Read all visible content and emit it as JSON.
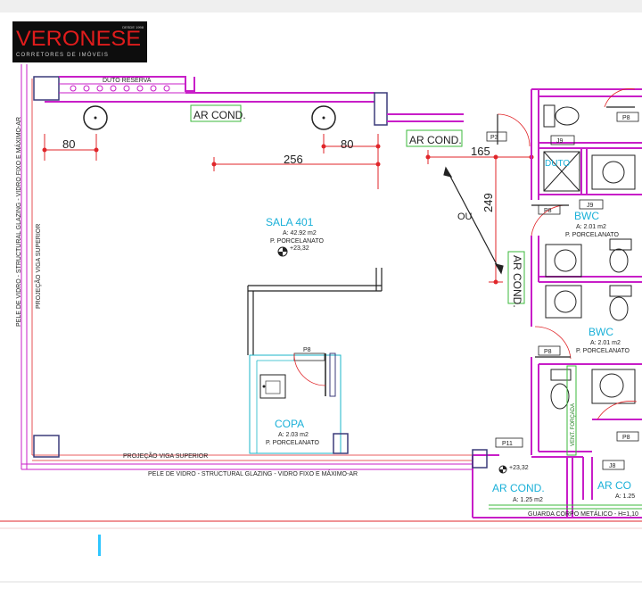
{
  "logo": {
    "brand": "VERONESE",
    "tagline": "CORRETORES DE IMÓVEIS",
    "small": "DESDE 1998"
  },
  "plan": {
    "duct_top": "DUTO RESERVA",
    "ac_top_left": "AR COND.",
    "ac_top_right": "AR COND.",
    "ac_vertical": "AR COND.",
    "dim_left": "80",
    "dim_mid": "256",
    "dim_right": "80",
    "dim_diag": "165",
    "dim_vertical": "249",
    "ou": "OU",
    "p3": "P3",
    "j9_a": "J9",
    "j9_b": "J9",
    "p8_a": "P8",
    "p8_b": "P8",
    "p8_c": "P8",
    "p8_d": "P8",
    "p8_e": "P8",
    "p11": "P11",
    "j8": "J8",
    "duto": "DUTO",
    "sala_name": "SALA 401",
    "sala_area": "A: 42.92 m2",
    "sala_floor": "P. PORCELANATO",
    "sala_level": "+23,32",
    "bwc1_name": "BWC",
    "bwc1_area": "A: 2.01 m2",
    "bwc1_floor": "P. PORCELANATO",
    "bwc2_name": "BWC",
    "bwc2_area": "A: 2.01 m2",
    "bwc2_floor": "P. PORCELANATO",
    "copa_name": "COPA",
    "copa_area": "A: 2.03 m2",
    "copa_floor": "P. PORCELANATO",
    "ac_bottom_name": "AR COND.",
    "ac_bottom_area": "A: 1.25 m2",
    "ac_bottom_level": "+23,32",
    "ac_bottom2_name": "AR CO",
    "ac_bottom2_area": "A: 1.25",
    "vent_forcada": "VENT. FORÇADA",
    "beam_left": "PROJEÇÃO VIGA SUPERIOR",
    "beam_bottom": "PROJEÇÃO VIGA SUPERIOR",
    "facade_left": "PELE DE VIDRO - STRUCTURAL GLAZING - VIDRO FIXO E MÁXIMO-AR",
    "facade_bottom": "PELE DE VIDRO - STRUCTURAL GLAZING - VIDRO FIXO E MÁXIMO-AR",
    "guard": "GUARDA CORPO METÁLICO - H=1,10"
  },
  "colors": {
    "wall": "#c81ec8",
    "dim": "#e0262a",
    "fixture": "#18b5c8",
    "label_cyan": "#1ab0d8",
    "green": "#3bb83b",
    "text": "#222222",
    "logo_red": "#e01c1c"
  }
}
